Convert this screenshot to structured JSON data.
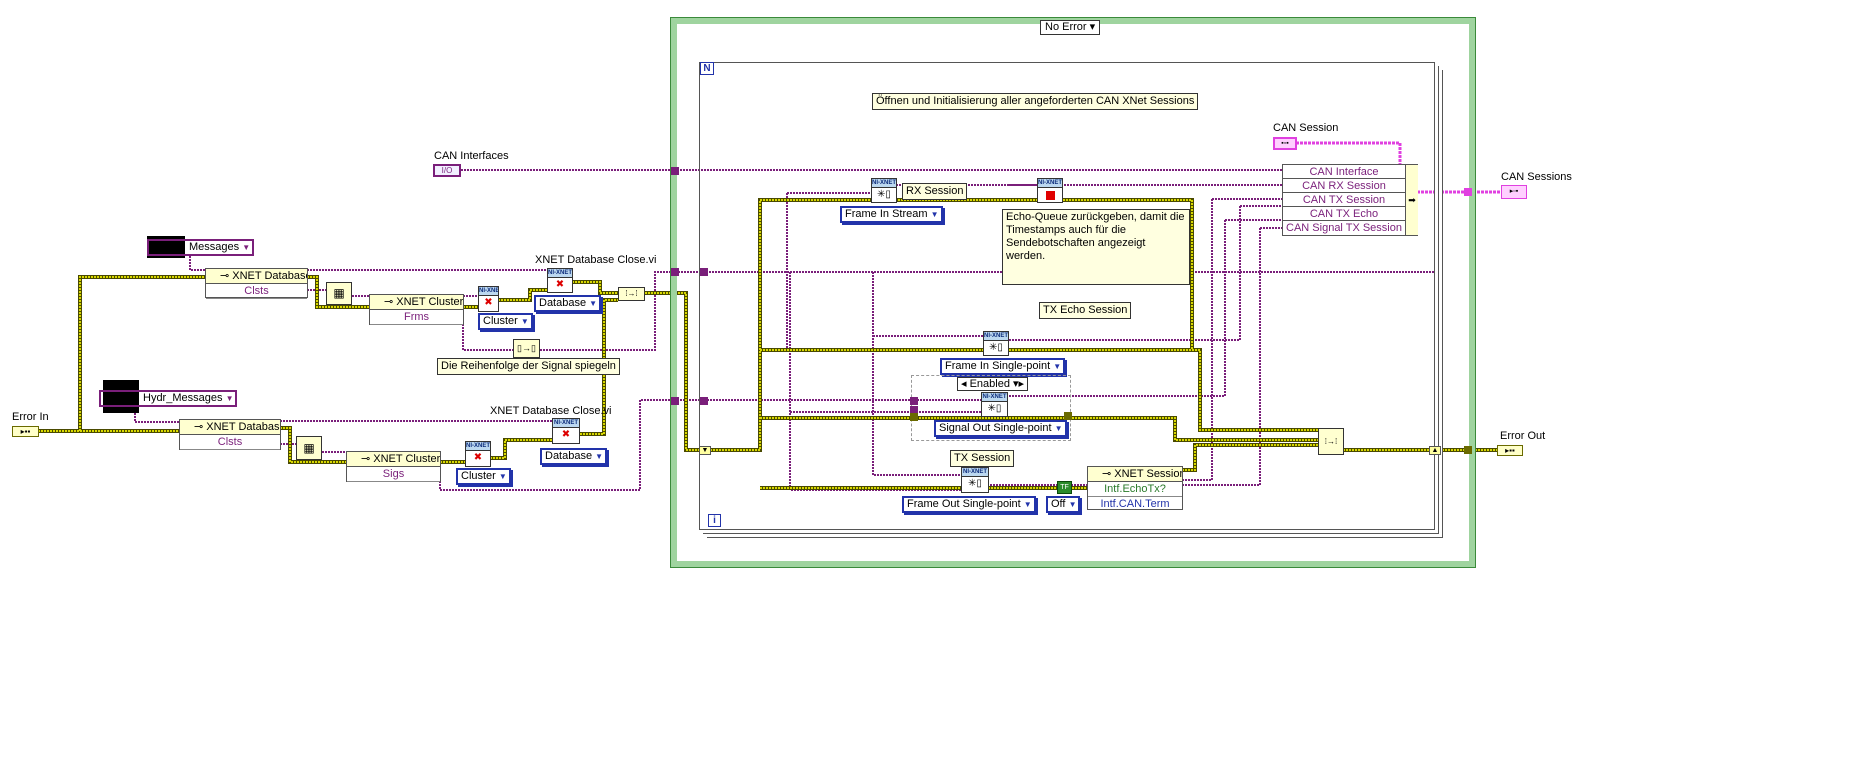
{
  "case_structure": {
    "selector": "No Error"
  },
  "for_loop": {
    "count_terminal": "N",
    "iteration_terminal": "i"
  },
  "comments": {
    "init_sessions": "Öffnen und Initialisierung aller angeforderten CAN XNet Sessions",
    "echo_queue": "Echo-Queue zurückgeben, damit die Timestamps auch für die Sendebotschaften angezeigt werden.",
    "mirror_signals": "Die Reihenfolge der Signal spiegeln"
  },
  "controls": {
    "can_interfaces": {
      "label": "CAN Interfaces",
      "value": "I/O"
    },
    "error_in": {
      "label": "Error In"
    },
    "messages_ring": {
      "value": "Messages"
    },
    "hydr_messages_ring": {
      "value": "Hydr_Messages"
    }
  },
  "indicators": {
    "can_sessions": {
      "label": "CAN Sessions"
    },
    "error_out": {
      "label": "Error Out"
    }
  },
  "constants": {
    "can_session": {
      "label": "CAN Session"
    },
    "tf": "TF",
    "off": "Off"
  },
  "property_nodes": {
    "db1": {
      "title": "XNET Database",
      "property": "Clsts"
    },
    "cluster1": {
      "title": "XNET Cluster",
      "property": "Frms"
    },
    "db2": {
      "title": "XNET Database",
      "property": "Clsts"
    },
    "cluster2": {
      "title": "XNET Cluster",
      "property": "Sigs"
    },
    "session": {
      "title": "XNET Session",
      "properties": [
        "Intf.EchoTx?",
        "Intf.CAN.Term"
      ]
    }
  },
  "close_vis": {
    "label": "XNET Database Close.vi",
    "cluster_mode": "Cluster",
    "database_mode": "Database",
    "tag": "NI-XNET"
  },
  "bundle": {
    "fields": [
      "CAN Interface",
      "CAN RX Session",
      "CAN TX Session",
      "CAN TX Echo",
      "CAN Signal TX Session"
    ]
  },
  "sessions": {
    "rx": {
      "label": "RX Session",
      "mode": "Frame In Stream"
    },
    "tx_echo": {
      "label": "TX Echo Session",
      "mode": "Frame In Single-point"
    },
    "signal": {
      "mode": "Signal Out Single-point",
      "disable_selector": "Enabled"
    },
    "tx": {
      "label": "TX Session",
      "mode": "Frame Out Single-point"
    }
  },
  "colors": {
    "wire_refnum": "#7a1f7a",
    "wire_error": "#b5b500",
    "wire_cluster": "#e040e0",
    "case_border": "#9fd49f"
  }
}
